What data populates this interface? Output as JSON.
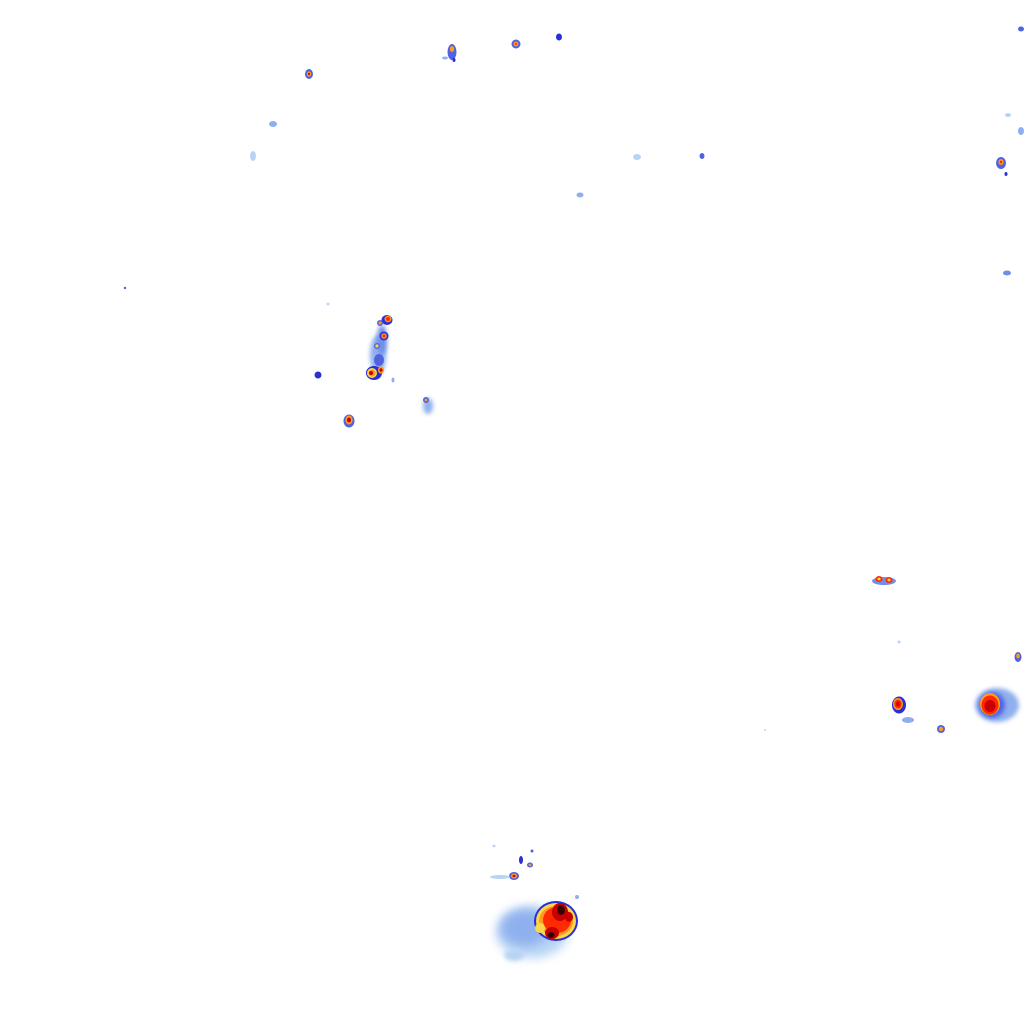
{
  "map": {
    "layer": "precipitation-radar",
    "background_color": "#ffffff",
    "palette": {
      "very_light": "#b8d4f5",
      "light": "#8fb0ee",
      "medium_light": "#6f8fe8",
      "medium": "#4f63e0",
      "medium_heavy": "#2a2fd8",
      "heavy": "#f7d84a",
      "very_heavy": "#ff9a1f",
      "intense": "#ff2a00",
      "extreme": "#c80000",
      "max": "#3a0000"
    },
    "echo_levels": {
      "light": 0.2,
      "moderate": 0.5,
      "heavy": 0.75,
      "extreme": 1.0
    }
  }
}
